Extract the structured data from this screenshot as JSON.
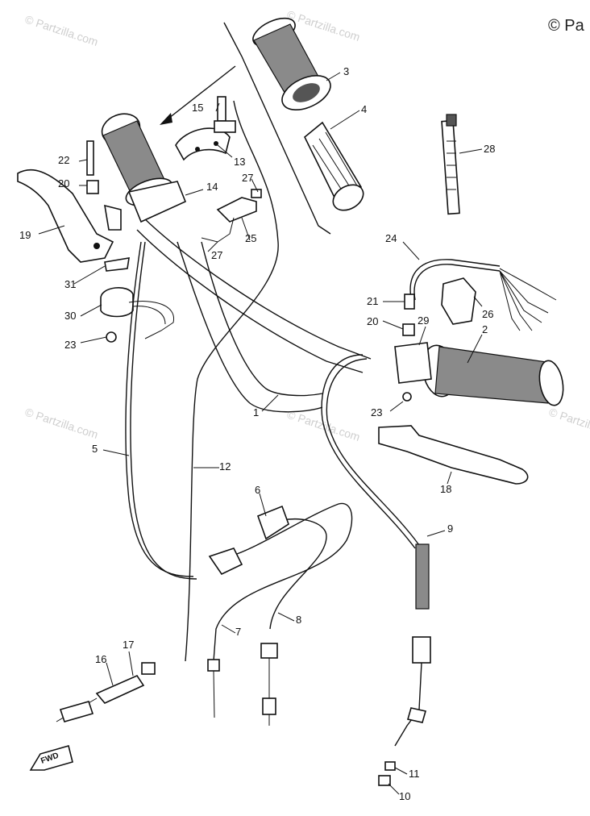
{
  "copyright": "© Pa",
  "watermark": "© Partzilla.com",
  "direction_label": "FWD",
  "callouts": {
    "c1": "1",
    "c2": "2",
    "c3": "3",
    "c4": "4",
    "c5": "5",
    "c6": "6",
    "c7": "7",
    "c8": "8",
    "c9": "9",
    "c10": "10",
    "c11": "11",
    "c12": "12",
    "c13": "13",
    "c14": "14",
    "c15": "15",
    "c16": "16",
    "c17": "17",
    "c18": "18",
    "c19": "19",
    "c20a": "20",
    "c20b": "20",
    "c21": "21",
    "c22": "22",
    "c23a": "23",
    "c23b": "23",
    "c24": "24",
    "c25": "25",
    "c26": "26",
    "c27a": "27",
    "c27b": "27",
    "c28": "28",
    "c29": "29",
    "c30": "30",
    "c31": "31"
  }
}
